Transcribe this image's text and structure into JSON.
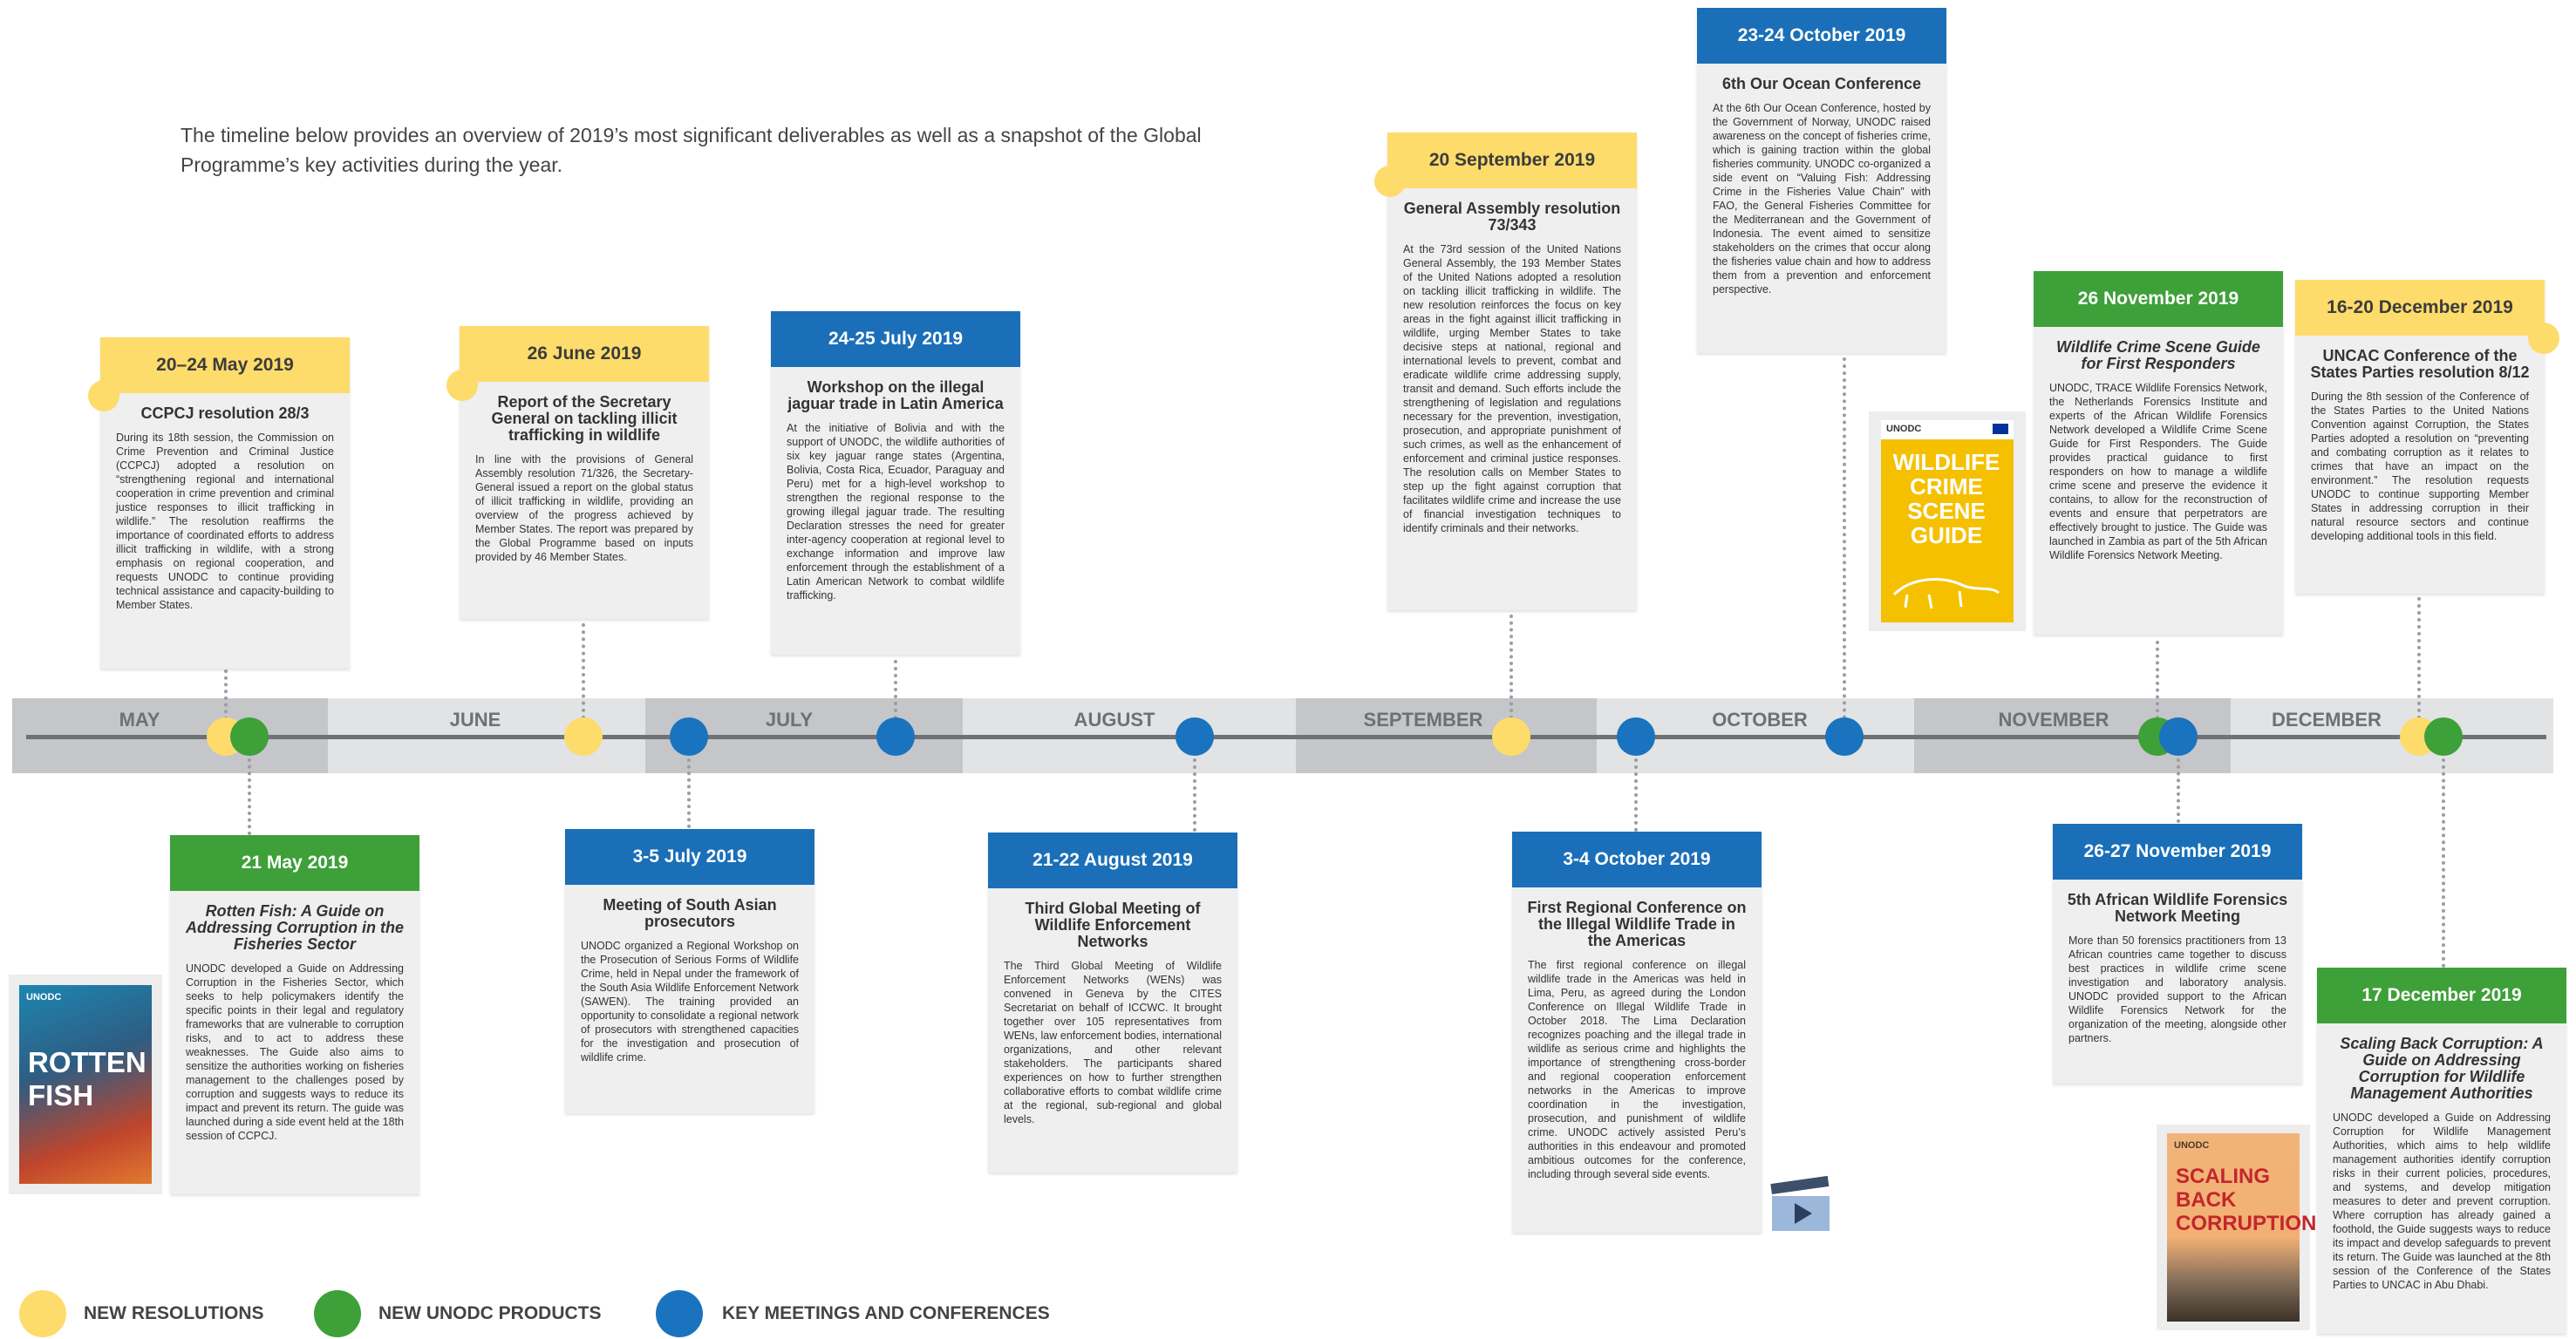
{
  "intro": "The timeline below provides an overview of 2019’s most significant deliverables as well as a snapshot of the Global Programme’s key activities during the year.",
  "months": [
    "MAY",
    "JUNE",
    "JULY",
    "AUGUST",
    "SEPTEMBER",
    "OCTOBER",
    "NOVEMBER",
    "DECEMBER"
  ],
  "colors": {
    "resolution": "#fddc6b",
    "product": "#3ea039",
    "meeting": "#1a73be"
  },
  "legend": {
    "resolutions": "NEW RESOLUTIONS",
    "products": "NEW UNODC PRODUCTS",
    "meetings": "KEY MEETINGS AND CONFERENCES"
  },
  "cards": {
    "may20": {
      "date": "20–24 May 2019",
      "title": "CCPCJ resolution 28/3",
      "body": "During its 18th session, the Commission on Crime Prevention and Criminal Justice (CCPCJ) adopted a resolution on “strengthening regional and international cooperation in crime prevention and criminal justice responses to illicit trafficking in wildlife.” The resolution reaffirms the importance of coordinated efforts to address illicit trafficking in wildlife, with a strong emphasis on regional cooperation, and requests UNODC to continue providing technical assistance and capacity-building to Member States."
    },
    "jun26": {
      "date": "26 June 2019",
      "title": "Report of the Secretary General on tackling illicit trafficking in wildlife",
      "body": "In line with the provisions of General Assembly resolution 71/326, the Secretary-General issued a report on the global status of illicit trafficking in wildlife, providing an overview of the progress achieved by Member States. The report was prepared by the Global Programme based on inputs provided by 46 Member States."
    },
    "jul24": {
      "date": "24-25 July 2019",
      "title": "Workshop on the illegal jaguar trade in Latin America",
      "body": "At the initiative of Bolivia and with the support of UNODC, the wildlife authorities of six key jaguar range states (Argentina, Bolivia, Costa Rica, Ecuador, Paraguay and Peru) met for a high-level workshop to strengthen the regional response to the growing illegal jaguar trade. The resulting Declaration stresses the need for greater inter-agency cooperation at regional level to exchange information and improve law enforcement through the establishment of a Latin American Network to combat wildlife trafficking."
    },
    "sep20": {
      "date": "20 September 2019",
      "title": "General Assembly resolution 73/343",
      "body": "At the 73rd session of the United Nations General Assembly, the 193 Member States of the United Nations adopted a resolution on tackling illicit trafficking in wildlife. The new resolution reinforces the focus on key areas in the fight against illicit trafficking in wildlife, urging Member States to take decisive steps at national, regional and international levels to prevent, combat and eradicate wildlife crime addressing supply, transit and demand. Such efforts include the strengthening of legislation and regulations necessary for the prevention, investigation, prosecution, and appropriate punishment of such crimes, as well as the enhancement of enforcement and criminal justice responses. The resolution calls on Member States to step up the fight against corruption that facilitates wildlife crime and increase the use of financial investigation techniques to identify criminals and their networks."
    },
    "oct23": {
      "date": "23-24 October 2019",
      "title": "6th Our Ocean Conference",
      "body": "At the 6th Our Ocean Conference, hosted by the Government of Norway, UNODC raised awareness on the concept of fisheries crime, which is gaining traction within the global fisheries community. UNODC co-organized a side event on “Valuing Fish: Addressing Crime in the Fisheries Value Chain” with FAO, the General Fisheries Committee for the Mediterranean and the Government of Indonesia. The event aimed to sensitize stakeholders on the crimes that occur along the fisheries value chain and how to address them from a prevention and enforcement perspective."
    },
    "nov26": {
      "date": "26 November 2019",
      "title": "Wildlife Crime Scene Guide for First Responders",
      "body": "UNODC, TRACE Wildlife Forensics Network, the Netherlands Forensics Institute and experts of the African Wildlife Forensics Network developed a Wildlife Crime Scene Guide for First Responders. The Guide provides practical guidance to first responders on how to manage a wildlife crime scene and preserve the evidence it contains, to allow for the reconstruction of events and ensure that perpetrators are effectively brought to justice. The Guide was launched in Zambia as part of the 5th African Wildlife Forensics Network Meeting."
    },
    "dec16": {
      "date": "16-20 December 2019",
      "title": "UNCAC Conference of the States Parties resolution 8/12",
      "body": "During the 8th session of the Conference of the States Parties to the United Nations Convention against Corruption, the States Parties adopted a resolution on “preventing and combating corruption as it relates to crimes that have an impact on the environment.” The resolution requests UNODC to continue supporting Member States in addressing corruption in their natural resource sectors and continue developing additional tools in this field."
    },
    "may21": {
      "date": "21 May 2019",
      "title": "Rotten Fish: A Guide on Addressing Corruption in the Fisheries Sector",
      "body": "UNODC developed a Guide on Addressing Corruption in the Fisheries Sector, which seeks to help policymakers identify the specific points in their legal and regulatory frameworks that are vulnerable to corruption risks, and to act to address these weaknesses. The Guide also aims to sensitize the authorities working on fisheries management to the challenges posed by corruption and suggests ways to reduce its impact and prevent its return. The guide was launched during a side event held at the 18th session of CCPCJ."
    },
    "jul3": {
      "date": "3-5 July 2019",
      "title": "Meeting of South Asian prosecutors",
      "body": "UNODC organized a Regional Workshop on the Prosecution of Serious Forms of Wildlife Crime, held in Nepal under the framework of the South Asia Wildlife Enforcement Network (SAWEN). The training provided an opportunity to consolidate a regional network of prosecutors with strengthened capacities for the investigation and prosecution of wildlife crime."
    },
    "aug21": {
      "date": "21-22 August 2019",
      "title": "Third Global Meeting of Wildlife Enforcement Networks",
      "body": "The Third Global Meeting of Wildlife Enforcement Networks (WENs) was convened in Geneva by the CITES Secretariat on behalf of ICCWC. It brought together over 105 representatives from WENs, law enforcement bodies, international organizations, and other relevant stakeholders. The participants shared experiences on how to further strengthen collaborative efforts to combat wildlife crime at the regional, sub-regional and global levels."
    },
    "oct3": {
      "date": "3-4 October 2019",
      "title": "First Regional Conference on the Illegal Wildlife Trade in the Americas",
      "body": "The first regional conference on illegal wildlife trade in the Americas was held in Lima, Peru, as agreed during the London Conference on Illegal Wildlife Trade in October 2018. The Lima Declaration recognizes poaching and the illegal trade in wildlife as serious crime and highlights the importance of strengthening cross-border and regional cooperation enforcement networks in the Americas to improve coordination in the investigation, prosecution, and punishment of wildlife crime. UNODC actively assisted Peru’s authorities in this endeavour and promoted ambitious outcomes for the conference, including through several side events."
    },
    "nov26b": {
      "date": "26-27 November 2019",
      "title": "5th African Wildlife Forensics Network Meeting",
      "body": "More than 50 forensics practitioners from 13 African countries came together to discuss best practices in wildlife crime scene investigation and laboratory analysis. UNODC provided support to the African Wildlife Forensics Network for the organization of the meeting, alongside other partners."
    },
    "dec17": {
      "date": "17 December 2019",
      "title": "Scaling Back Corruption: A Guide on Addressing Corruption for Wildlife Management Authorities",
      "body": "UNODC developed a Guide on Addressing Corruption for Wildlife Management Authorities, which aims to help wildlife management authorities identify corruption risks in their current policies, procedures, and systems, and develop mitigation measures to deter and prevent corruption. Where corruption has already gained a foothold, the Guide suggests ways to reduce its impact and develop safeguards to prevent its return. The Guide was launched at the 8th session of the Conference of the States Parties to UNCAC in Abu Dhabi."
    }
  },
  "books": {
    "rotten": {
      "org": "UNODC",
      "title": "ROTTEN FISH"
    },
    "wildlife": {
      "org": "UNODC",
      "title": "WILDLIFE CRIME SCENE GUIDE"
    },
    "scaling": {
      "org": "UNODC",
      "title": "SCALING BACK CORRUPTION"
    }
  }
}
